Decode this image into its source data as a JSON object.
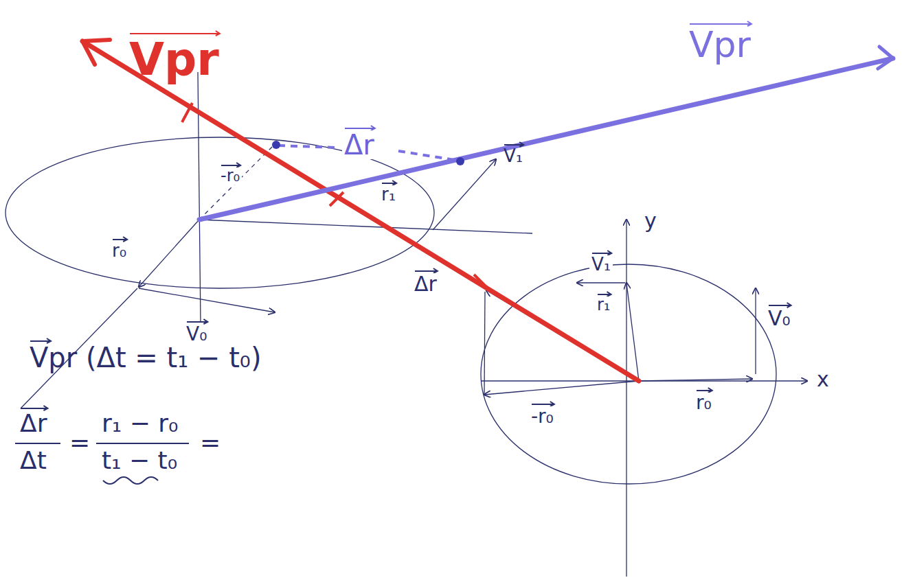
{
  "diagram": {
    "labels": [
      "Vpr",
      "Vpr",
      "Δr",
      "-r₀",
      "V₁",
      "r₁",
      "r₀",
      "V₀",
      "Δr",
      "y",
      "x",
      "V₁",
      "r₁",
      "V₀",
      "-r₀",
      "r₀",
      "Vpr (Δt = t₁ − t₀)",
      "Δr",
      "Δt",
      "=",
      "r₁ − r₀",
      "t₁ − t₀",
      "="
    ]
  }
}
